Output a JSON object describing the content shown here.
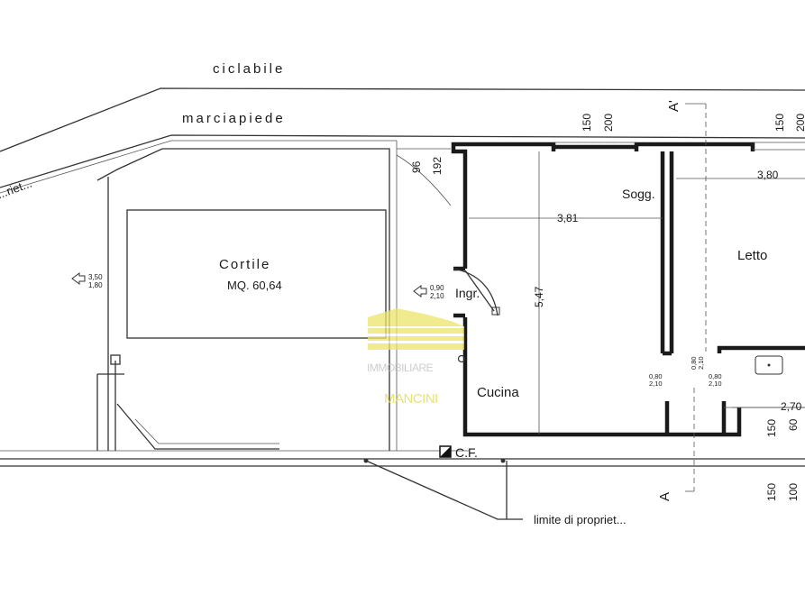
{
  "street": {
    "bike_lane": "ciclabile",
    "sidewalk": "marciapiede",
    "boundary_left": "...riet..."
  },
  "rooms": {
    "courtyard_name": "Cortile",
    "courtyard_area": "MQ. 60,64",
    "entrance": "Ingr.",
    "living": "Sogg.",
    "bedroom": "Letto",
    "kitchen": "Cucina",
    "meter": "C.F."
  },
  "dimensions": {
    "kitchen_width": "3,81",
    "kitchen_depth": "5,47",
    "bedroom_width": "3,80",
    "bath_width": "2,70",
    "window_top_a": "150",
    "window_top_b": "200",
    "window_top_c": "150",
    "window_top_d": "200",
    "window_court_a": "96",
    "window_court_b": "192",
    "window_bot_a": "150",
    "window_bot_b": "60",
    "window_bot_c": "150",
    "window_bot_d": "100"
  },
  "heights": {
    "courtyard_gate_a": "3,50",
    "courtyard_gate_b": "1,80",
    "entrance_door_a": "0,90",
    "entrance_door_b": "2,10",
    "door1_a": "0,80",
    "door1_b": "2,10",
    "door2_a": "0,80",
    "door2_b": "2,10",
    "door3_a": "0,80",
    "door3_b": "2,10"
  },
  "section": {
    "top": "A'",
    "bottom": "A"
  },
  "boundary_label": "limite di propriet...",
  "watermark": {
    "line1": "IMMOBILIARE",
    "line2": "MANCINI",
    "color": "#e8e070"
  }
}
